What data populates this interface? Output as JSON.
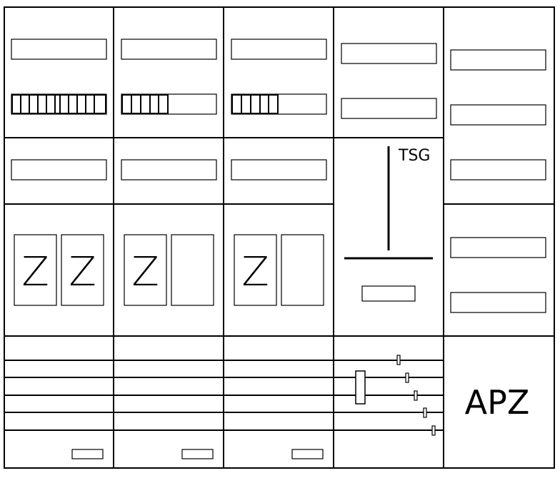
{
  "meter_symbol": "Z",
  "labels": {
    "tsg": "TSG",
    "apz": "APZ"
  },
  "columns": [
    {
      "name": "column-1",
      "meters": [
        "Z",
        "Z"
      ]
    },
    {
      "name": "column-2",
      "meters": [
        "Z",
        ""
      ]
    },
    {
      "name": "column-3",
      "meters": [
        "Z",
        ""
      ]
    },
    {
      "name": "column-4-tsg",
      "meters": []
    },
    {
      "name": "column-5-apz",
      "meters": []
    }
  ],
  "colors": {
    "line": "#000000",
    "background": "#ffffff"
  }
}
